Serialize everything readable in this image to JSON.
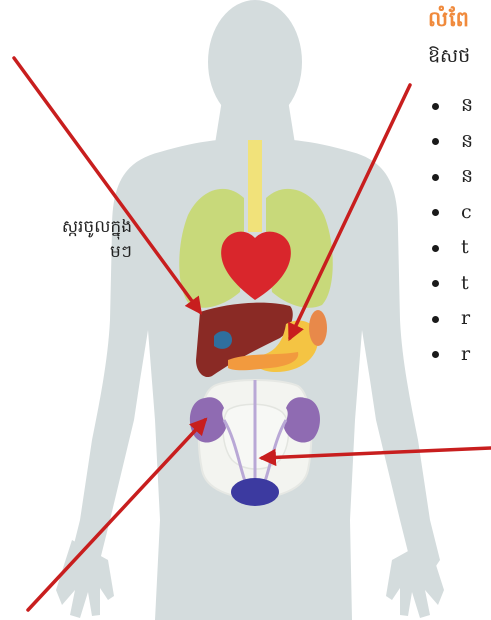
{
  "heading": "លំពែ",
  "subheading": "ឱសថ",
  "bullets": [
    "ន",
    "ន",
    "ន",
    "c",
    "t",
    "t",
    "r",
    "r"
  ],
  "caption": [
    "ស្ករចូលក្នុង",
    "មៗ"
  ],
  "colors": {
    "silhouette": "#d4dcdd",
    "arrow": "#c81e1e",
    "lungs": "#c8d97a",
    "heart": "#d9262c",
    "liver": "#8a2a25",
    "gallbladder": "#2f6f9e",
    "stomach": "#f4c443",
    "pancreas": "#f29a3e",
    "kidneys": "#8f6bb2",
    "intestine": "#f3f4f0",
    "bladder": "#3c3aa0",
    "trachea": "#f1e27a",
    "heading": "#f08a3c"
  },
  "icons": {
    "arrows": "red-pointer-arrow",
    "bullet": "solid-black-dot"
  }
}
